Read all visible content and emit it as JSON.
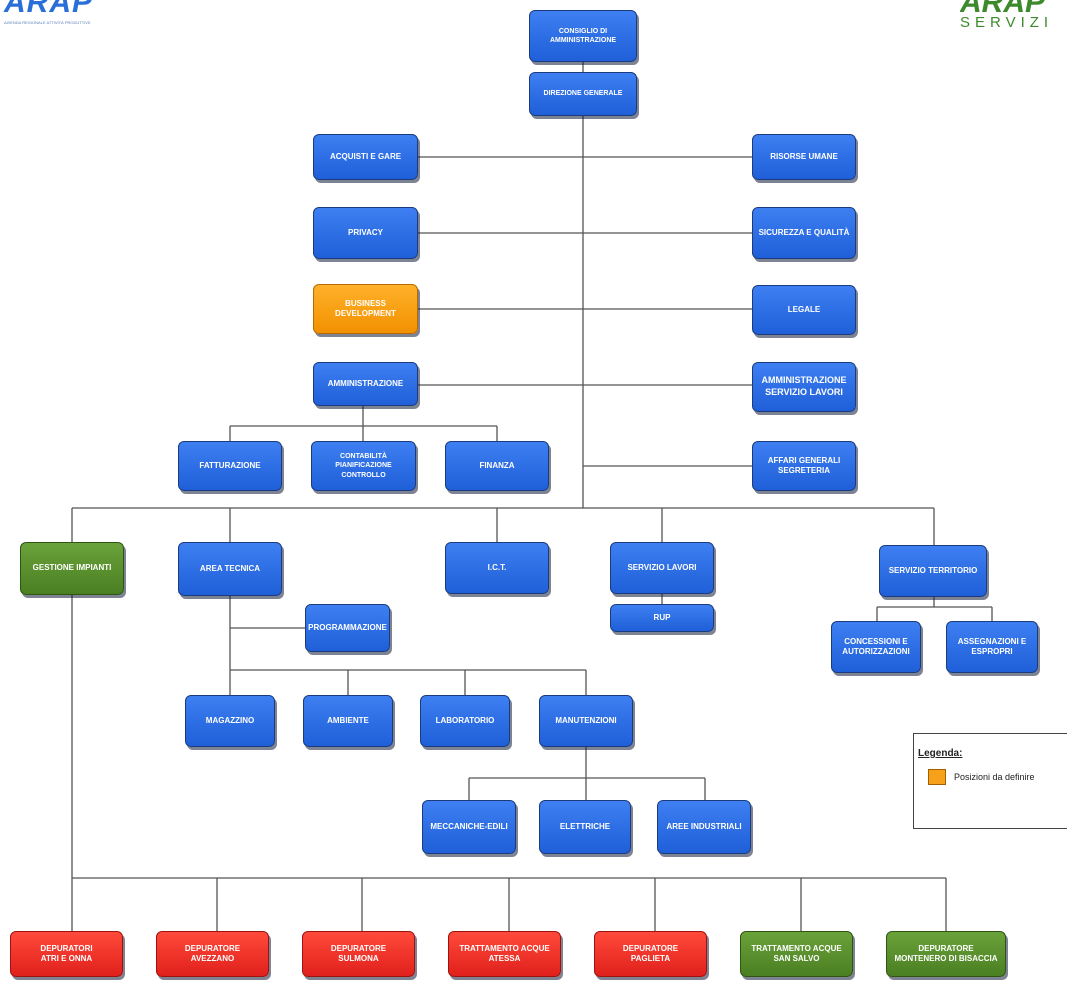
{
  "logos": {
    "left_mark": "ARAP",
    "left_caption": "AZIENDA REGIONALE ATTIVITÀ PRODUTTIVE",
    "right_mark": "ARAP",
    "right_word": "SERVIZI"
  },
  "nodes": {
    "cda": "CONSIGLIO DI\nAMMINISTRAZIONE",
    "dg": "DIREZIONE GENERALE",
    "acquisti": "ACQUISTI E GARE",
    "risorse": "RISORSE UMANE",
    "privacy": "PRIVACY",
    "sicurezza": "SICUREZZA E QUALITÀ",
    "business": "BUSINESS\nDEVELOPMENT",
    "legale": "LEGALE",
    "amministrazione": "AMMINISTRAZIONE",
    "amm_servizio": "AMMINISTRAZIONE\nSERVIZIO LAVORI",
    "fatturazione": "FATTURAZIONE",
    "contabilita": "CONTABILITÀ\nPIANIFICAZIONE\nCONTROLLO",
    "finanza": "FINANZA",
    "affari": "AFFARI GENERALI\nSEGRETERIA",
    "gestione": "GESTIONE IMPIANTI",
    "area_tecnica": "AREA TECNICA",
    "ict": "I.C.T.",
    "servizio_lavori": "SERVIZIO LAVORI",
    "rup": "RUP",
    "servizio_territorio": "SERVIZIO TERRITORIO",
    "programmazione": "PROGRAMMAZIONE",
    "concessioni": "CONCESSIONI E\nAUTORIZZAZIONI",
    "assegnazioni": "ASSEGNAZIONI E\nESPROPRI",
    "magazzino": "MAGAZZINO",
    "ambiente": "AMBIENTE",
    "laboratorio": "LABORATORIO",
    "manutenzioni": "MANUTENZIONI",
    "meccaniche": "MECCANICHE-EDILI",
    "elettriche": "ELETTRICHE",
    "aree_industriali": "AREE INDUSTRIALI",
    "dep_atri": "DEPURATORI\nATRI E ONNA",
    "dep_avezzano": "DEPURATORE\nAVEZZANO",
    "dep_sulmona": "DEPURATORE\nSULMONA",
    "tratt_atessa": "TRATTAMENTO ACQUE\nATESSA",
    "dep_paglieta": "DEPURATORE\nPAGLIETA",
    "tratt_sansalvo": "TRATTAMENTO ACQUE\nSAN SALVO",
    "dep_montenero": "DEPURATORE\nMONTENERO DI BISACCIA"
  },
  "legend": {
    "title": "Legenda:",
    "item_label": "Posizioni da definire",
    "item_color": "#f7a11a"
  },
  "colors": {
    "blue": "#2a6be6",
    "orange": "#f7a11a",
    "green": "#5a9030",
    "red": "#f0302a",
    "line": "#555555"
  }
}
